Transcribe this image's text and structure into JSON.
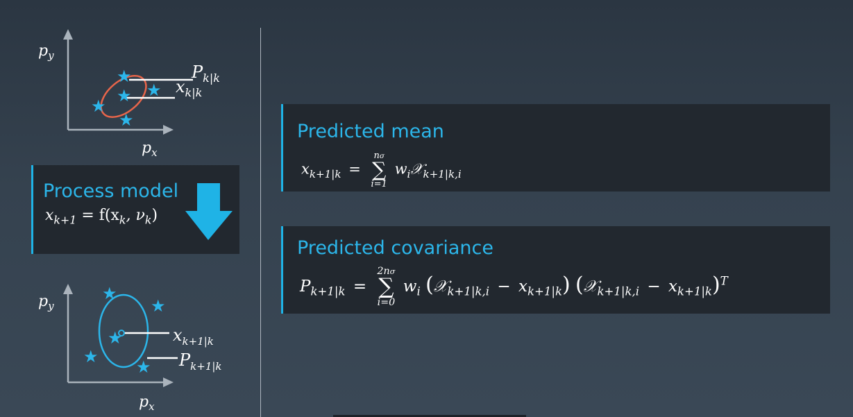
{
  "diagram_top": {
    "axis_y": "p",
    "axis_y_sub": "y",
    "axis_x": "p",
    "axis_x_sub": "x",
    "covariance_label": "P",
    "covariance_sub": "k|k",
    "mean_label": "x",
    "mean_sub": "k|k"
  },
  "process_box": {
    "title": "Process model",
    "formula_lhs": "x",
    "formula_lhs_sub": "k+1",
    "formula_eq": " = f(x",
    "formula_sub1": "k",
    "formula_mid": ", ν",
    "formula_sub2": "k",
    "formula_end": ")"
  },
  "diagram_bottom": {
    "axis_y": "p",
    "axis_y_sub": "y",
    "axis_x": "p",
    "axis_x_sub": "x",
    "mean_label": "x",
    "mean_sub": "k+1|k",
    "covariance_label": "P",
    "covariance_sub": "k+1|k"
  },
  "mean_box": {
    "title": "Predicted mean",
    "lhs": "x",
    "lhs_sub": "k+1|k",
    "eq": "=",
    "sum_upper": "n",
    "sum_upper_sub": "σ",
    "sum_lower": "i=1",
    "w": "w",
    "w_sub": "i",
    "chi": "𝒳",
    "chi_sub": "k+1|k,i"
  },
  "cov_box": {
    "title": "Predicted covariance",
    "lhs": "P",
    "lhs_sub": "k+1|k",
    "eq": "=",
    "sum_upper": "2n",
    "sum_upper_sub": "σ",
    "sum_lower": "i=0",
    "w": "w",
    "w_sub": "i",
    "chi": "𝒳",
    "chi_sub": "k+1|k,i",
    "minus": "−",
    "x": "x",
    "x_sub": "k+1|k",
    "transpose": "T"
  },
  "colors": {
    "accent": "#1fb3e6",
    "ellipse_before": "#e8654a",
    "ellipse_after": "#2cb6ea",
    "box_bg": "#22282f"
  }
}
